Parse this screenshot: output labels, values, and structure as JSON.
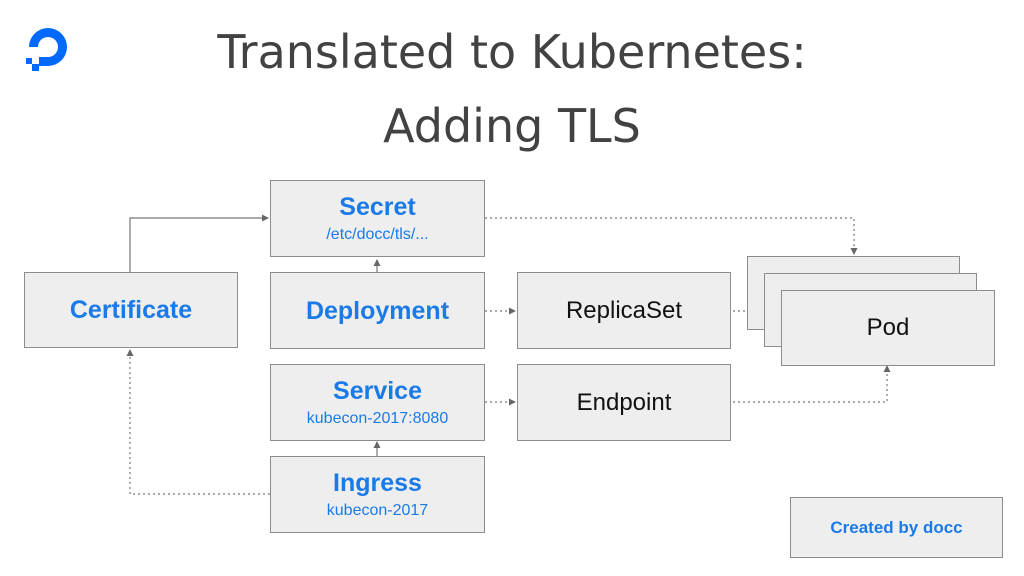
{
  "title": {
    "line1": "Translated to Kubernetes:",
    "line2": "Adding TLS"
  },
  "colors": {
    "accent": "#1a7ae8",
    "title_text": "#424242",
    "box_fill": "#eeeeee",
    "box_border": "#8d8d8d",
    "logo": "#0069ff"
  },
  "logo": {
    "icon": "digitalocean-logo-icon"
  },
  "nodes": {
    "certificate": {
      "label": "Certificate"
    },
    "secret": {
      "label": "Secret",
      "detail": "/etc/docc/tls/..."
    },
    "deployment": {
      "label": "Deployment"
    },
    "service": {
      "label": "Service",
      "detail": "kubecon-2017:8080"
    },
    "ingress": {
      "label": "Ingress",
      "detail": "kubecon-2017"
    },
    "replicaset": {
      "label": "ReplicaSet"
    },
    "endpoint": {
      "label": "Endpoint"
    },
    "pod": {
      "label": "Pod"
    }
  },
  "credit": {
    "label": "Created by docc"
  }
}
